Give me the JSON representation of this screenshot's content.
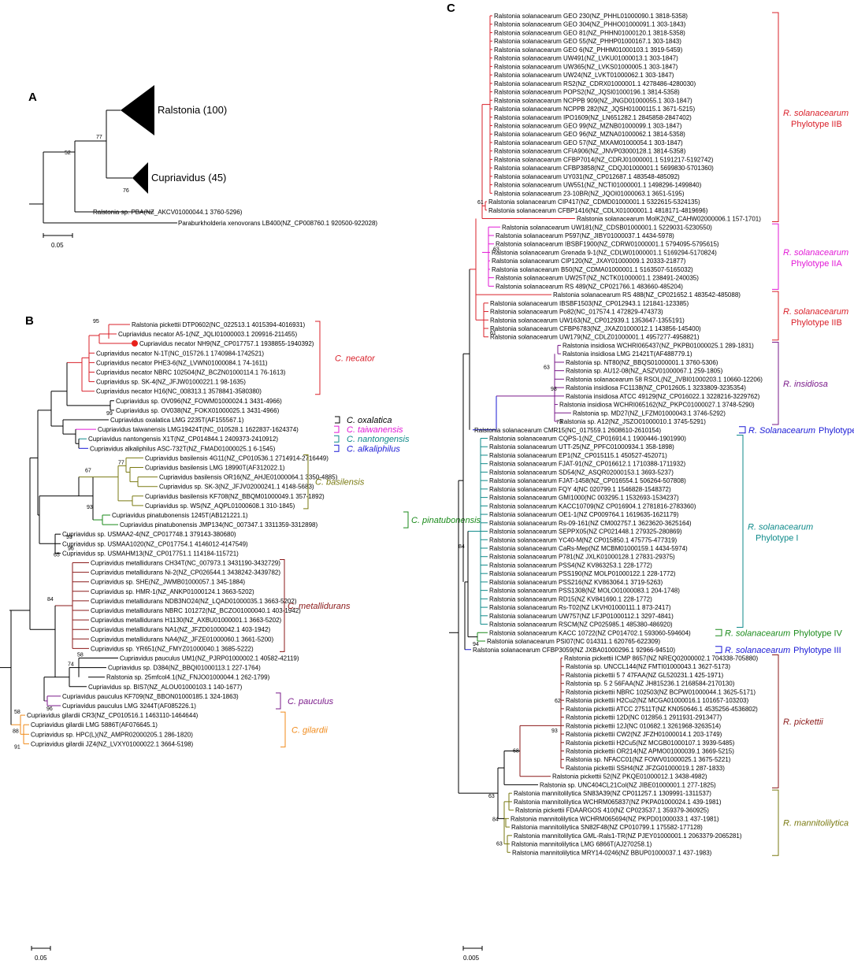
{
  "panels": {
    "a": "A",
    "b": "B",
    "c": "C"
  },
  "colors": {
    "red": "#d9202a",
    "magenta": "#e21ad6",
    "teal": "#0e8a8a",
    "blue": "#1a1ad6",
    "olive": "#7a7a12",
    "green": "#1a8a1a",
    "dark_red": "#8b1a1a",
    "purple": "#7a1a8a",
    "orange": "#f08a1a",
    "black": "#000000"
  },
  "panel_a": {
    "collapsed": [
      {
        "label": "Ralstonia (100)"
      },
      {
        "label": "Cupriavidus (45)"
      }
    ],
    "leaves": [
      "Ralstonia sp. PBA(NZ_AKCV01000044.1 3760-5296)",
      "Paraburkholderia xenovorans LB400(NZ_CP008760.1 920500-922028)"
    ],
    "bootstrap": [
      "77",
      "52",
      "76"
    ],
    "scale": "0.05"
  },
  "panel_b": {
    "taxa": [
      "Ralstonia pickettii DTP0602(NC_022513.1 4015394-4016931)",
      "Cupriavidus necator A5-1(NZ_JQLI01000003.1 209916-211455)",
      "Cupriavidus necator NH9(NZ_CP017757.1 1938855-1940392)",
      "Cupriavidus necator N-1T(NC_015726.1 1740984-1742521)",
      "Cupriavidus necator PHE3-6(NZ_LVWN01000084.1 74-1611)",
      "Cupriavidus necator NBRC 102504(NZ_BCZN01000114.1 76-1613)",
      "Cupriavidus sp. SK-4(NZ_JFJW01000221.1 98-1635)",
      "Cupriavidus necator H16(NC_008313.1 3578841-3580380)",
      "Cupriavidus sp. OV096(NZ_FOWM01000024.1 3431-4966)",
      "Cupriavidus sp. OV038(NZ_FOKX01000025.1 3431-4966)",
      "Cupriavidus oxalatica LMG 2235T(AF155567.1)",
      "Cupriavidus taiwanensis LMG19424T(NC_010528.1 1622837-1624374)",
      "Cupriavidus nantongensis X1T(NZ_CP014844.1 2409373-2410912)",
      "Cupriavidus alkaliphilus ASC-732T(NZ_FMAD01000025.1 6-1545)",
      "Cupriavidus basilensis 4G11(NZ_CP010536.1 2714914-2716449)",
      "Cupriavidus basilensis LMG 18990T(AF312022.1)",
      "Cupriavidus basilensis OR16(NZ_AHJE01000064.1 3350-4885)",
      "Cupriavidus sp. SK-3(NZ_JFJV02000241.1 4148-5683)",
      "Cupriavidus basilensis KF708(NZ_BBQM01000049.1 357-1892)",
      "Cupriavidus sp. WS(NZ_AQPL01000608.1 310-1845)",
      "Cupriavidus pinatubonensis 1245T(AB121221.1)",
      "Cupriavidus pinatubonensis JMP134(NC_007347.1 3311359-3312898)",
      "Cupriavidus sp. USMAA2-4(NZ_CP017748.1 379143-380680)",
      "Cupriavidus sp. USMAA1020(NZ_CP017754.1 4146012-4147549)",
      "Cupriavidus sp. USMAHM13(NZ_CP017751.1 114184-115721)",
      "Cupriavidus metallidurans CH34T(NC_007973.1 3431190-3432729)",
      "Cupriavidus metallidurans Ni-2(NZ_CP026544.1 3438242-3439782)",
      "Cupriavidus sp. SHE(NZ_JWMB01000057.1 345-1884)",
      "Cupriavidus sp. HMR-1(NZ_ANKP01000124.1 3663-5202)",
      "Cupriavidus metallidurans NDB3NO24(NZ_LQAD01000035.1 3663-5202)",
      "Cupriavidus metallidurans NBRC 101272(NZ_BCZO01000040.1 403-1942)",
      "Cupriavidus metallidurans H1130(NZ_AXBU01000001.1 3663-5202)",
      "Cupriavidus metallidurans NA1(NZ_JFZD01000042.1 403-1942)",
      "Cupriavidus metallidurans NA4(NZ_JFZE01000060.1 3661-5200)",
      "Cupriavidus sp. YR651(NZ_FMYZ01000040.1 3685-5222)",
      "Cupriavidus pauculus UM1(NZ_PJRP01000002.1 40582-42119)",
      "Cupriavidus sp. D384(NZ_BBQI01000113.1 227-1764)",
      "Ralstonia sp. 25mfcol4.1(NZ_FNJO01000044.1 262-1799)",
      "Cupriavidus sp. BIS7(NZ_ALOU01000103.1 140-1677)",
      "Cupriavidus pauculus KF709(NZ_BBON01000185.1 324-1863)",
      "Cupriavidus pauculus LMG 3244T(AF085226.1)",
      "Cupriavidus gilardii CR3(NZ_CP010516.1 1463110-1464644)",
      "Cupriavidus gilardii LMG 5886T(AF076645.1)",
      "Cupriavidus sp. HPC(L)(NZ_AMPR02000205.1 286-1820)",
      "Cupriavidus gilardii JZ4(NZ_LVXY01000022.1 3664-5198)"
    ],
    "bootstrap": [
      "95",
      "99",
      "67",
      "77",
      "93",
      "93",
      "96",
      "65",
      "84",
      "58",
      "74",
      "96",
      "58",
      "88",
      "91"
    ],
    "clades": [
      "C. necator",
      "C. oxalatica",
      "C. taiwanensis",
      "C. nantongensis",
      "C. alkaliphilus",
      "C. basilensis",
      "C. pinatubonensis",
      "C. metallidurans",
      "C. pauculus",
      "C. gilardii"
    ],
    "scale": "0.05"
  },
  "panel_c": {
    "taxa": [
      "Ralstonia solanacearum GEO 230(NZ_PHHL01000090.1 3818-5358)",
      "Ralstonia solanacearum GEO 304(NZ_PHHO01000091.1 303-1843)",
      "Ralstonia solanacearum GEO 81(NZ_PHHN01000120.1 3818-5358)",
      "Ralstonia solanacearum GEO 55(NZ_PHHP01000167.1 303-1843)",
      "Ralstonia solanacearum GEO 6(NZ_PHHM01000103.1 3919-5459)",
      "Ralstonia solanacearum UW491(NZ_LVKU01000013.1 303-1847)",
      "Ralstonia solanacearum UW365(NZ_LVKS01000005.1 303-1847)",
      "Ralstonia solanacearum UW24(NZ_LVKT01000062.1 303-1847)",
      "Ralstonia solanacearum RS2(NZ_CDRX01000001.1 4278486-4280030)",
      "Ralstonia solanacearum POPS2(NZ_JQSI01000196.1 3814-5358)",
      "Ralstonia solanacearum NCPPB 909(NZ_JNGD01000055.1 303-1847)",
      "Ralstonia solanacearum NCPPB 282(NZ_JQSH01000115.1 3671-5215)",
      "Ralstonia solanacearum IPO1609(NZ_LN651282.1 2845858-2847402)",
      "Ralstonia solanacearum GEO 99(NZ_MZNB01000099.1 303-1847)",
      "Ralstonia solanacearum GEO 96(NZ_MZNA01000062.1 3814-5358)",
      "Ralstonia solanacearum GEO 57(NZ_MXAM01000054.1 303-1847)",
      "Ralstonia solanacearum CFIA906(NZ_JNVP03000128.1 3814-5358)",
      "Ralstonia solanacearum CFBP7014(NZ_CDRJ01000001.1 5191217-5192742)",
      "Ralstonia solanacearum CFBP3858(NZ_CDQJ01000001.1 5699830-5701360)",
      "Ralstonia solanacearum UY031(NZ_CP012687.1 483548-485092)",
      "Ralstonia solanacearum UW551(NZ_NCTI01000001.1 1498296-1499840)",
      "Ralstonia solanacearum 23-10BR(NZ_JQOI01000063.1 3651-5195)",
      "Ralstonia solanacearum CIP417(NZ_CDMD01000001.1 5322615-5324135)",
      "Ralstonia solanacearum CFBP1416(NZ_CDLX01000001.1 4818171-4819696)",
      "Ralstonia solanacearum MolK2(NZ_CAHW02000006.1 157-1701)",
      "Ralstonia solanacearum UW181(NZ_CDSB01000001.1 5229031-5230550)",
      "Ralstonia solanacearum P597(NZ_JIBY01000037.1 4434-5978)",
      "Ralstonia solanacearum IBSBF1900(NZ_CDRW01000001.1 5794095-5795615)",
      "Ralstonia solanacearum Grenada 9-1(NZ_CDLW01000001.1 5169294-5170824)",
      "Ralstonia solanacearum CIP120(NZ_JXAY01000009.1 20333-21877)",
      "Ralstonia solanacearum B50(NZ_CDMA01000001.1 5163507-5165032)",
      "Ralstonia solanacearum UW25T(NZ_NCTK01000001.1 238491-240035)",
      "Ralstonia solanacearum RS 489(NZ_CP021766.1 483660-485204)",
      "Ralstonia solanacearum RS 488(NZ_CP021652.1 483542-485088)",
      "Ralstonia solanacearum IBSBF1503(NZ_CP012943.1 121841-123385)",
      "Ralstonia solanacearum Po82(NC_017574.1 472829-474373)",
      "Ralstonia solanacearum UW163(NZ_CP012939.1 1353647-1355191)",
      "Ralstonia solanacearum CFBP6783(NZ_JXAZ01000012.1 143856-145400)",
      "Ralstonia solanacearum UW179(NZ_CDLZ01000001.1 4957277-4958821)",
      "Ralstonia insidiosa WCHRI065437(NZ_PKPB01000025.1 289-1831)",
      "Ralstonia insidiosa LMG 21421T(AF488779.1)",
      "Ralstonia sp. NT80(NZ_BBQS01000001.1 3760-5306)",
      "Ralstonia sp. AU12-08(NZ_ASZV01000067.1 259-1805)",
      "Ralstonia solanacearum 58 RSOL(NZ_JVBI01000203.1 10660-12206)",
      "Ralstonia insidiosa FC1138(NZ_CP012605.1 3233809-3235354)",
      "Ralstonia insidiosa ATCC 49129(NZ_CP016022.1 3228216-3229762)",
      "Ralstonia insidiosa WCHRI065162(NZ_PKPC01000027.1 3748-5290)",
      "Ralstonia sp. MD27(NZ_LFZM01000043.1 3746-5292)",
      "Ralstonia sp. A12(NZ_JSZO01000010.1 3745-5291)",
      "Ralstonia solanacearum CMR15(NC_017559.1 2608610-2610154)",
      "Ralstonia solanacearum CQPS-1(NZ_CP016914.1 1900446-1901990)",
      "Ralstonia solanacearum UTT-25(NZ_PPFC01000934.1 358-1898)",
      "Ralstonia solanacearum EP1(NZ_CP015115.1 450527-452071)",
      "Ralstonia solanacearum FJAT-91(NZ_CP016612.1 1710388-1711932)",
      "Ralstonia solanacearum SD54(NZ_ASQR02000153.1 3693-5237)",
      "Ralstonia solanacearum FJAT-1458(NZ_CP016554.1 506264-507808)",
      "Ralstonia solanacearum FQY 4(NC 020799.1 1546828-1548372)",
      "Ralstonia solanacearum GMI1000(NC 003295.1 1532693-1534237)",
      "Ralstonia solanacearum KACC10709(NZ CP016904.1 2781816-2783360)",
      "Ralstonia solanacearum OE1-1(NZ CP009764.1 1619635-1621179)",
      "Ralstonia solanacearum Rs-09-161(NZ CM002757.1 3623620-3625164)",
      "Ralstonia solanacearum SEPPX05(NZ CP021448.1 279325-280869)",
      "Ralstonia solanacearum YC40-M(NZ CP015850.1 475775-477319)",
      "Ralstonia solanacearum CaRs-Mep(NZ MCBM01000159.1 4434-5974)",
      "Ralstonia solanacearum P781(NZ JXLK01000128.1 27831-29375)",
      "Ralstonia solanacearum PSS4(NZ KV863253.1 228-1772)",
      "Ralstonia solanacearum PSS190(NZ MOLP01000122.1 228-1772)",
      "Ralstonia solanacearum PSS216(NZ KV863064.1 3719-5263)",
      "Ralstonia solanacearum PSS1308(NZ MOLO01000083.1 204-1748)",
      "Ralstonia solanacearum RD15(NZ KV841690.1 228-1772)",
      "Ralstonia solanacearum Rs-T02(NZ LKVH01000111.1 873-2417)",
      "Ralstonia solanacearum UW757(NZ LFJP01000112.1 3297-4841)",
      "Ralstonia solanacearum RSCM(NZ CP025985.1 485380-486920)",
      "Ralstonia solanacearum KACC 10722(NZ CP014702.1 593060-594604)",
      "Ralstonia solanacearum PSI07(NC 014311.1 620765-622309)",
      "Ralstonia solanacearum CFBP3059(NZ JXBA01000296.1 92966-94510)",
      "Ralstonia pickettii ICMP 8657(NZ NREQ02000002.1 704338-705880)",
      "Ralstonia sp. UNCCL144(NZ FMTI01000043.1 3627-5173)",
      "Ralstonia pickettii 5 7 47FAA(NZ GL520231.1 425-1971)",
      "Ralstonia sp. 5 2 56FAA(NZ JH815236.1 2168584-2170130)",
      "Ralstonia pickettii NBRC 102503(NZ BCPW01000044.1 3625-5171)",
      "Ralstonia pickettii H2Cu2(NZ MCGA01000016.1 101657-103203)",
      "Ralstonia pickettii ATCC 27511T(NZ KN050646.1 4535256-4536802)",
      "Ralstonia pickettii 12D(NC 012856.1 2911931-2913477)",
      "Ralstonia pickettii 12J(NC 010682.1 3261968-3263514)",
      "Ralstonia pickettii CW2(NZ JFZH01000014.1 203-1749)",
      "Ralstonia pickettii H2Cu5(NZ MCGB01000107.1 3939-5485)",
      "Ralstonia pickettii OR214(NZ APMO01000039.1 3669-5215)",
      "Ralstonia sp. NFACC01(NZ FOWV01000025.1 3675-5221)",
      "Ralstonia pickettii SSH4(NZ JFZG01000019.1 287-1833)",
      "Ralstonia pickettii 52(NZ PKQE01000012.1 3438-4982)",
      "Ralstonia sp. UNC404CL21Col(NZ JIBE01000001.1 277-1825)",
      "Ralstonia mannitolilytica SN83A39(NZ CP011257.1 1309991-1311537)",
      "Ralstonia mannitolilytica WCHRM065837(NZ PKPA01000024.1 439-1981)",
      "Ralstonia pickettii FDAARGOS 410(NZ CP023537.1 359379-360925)",
      "Ralstonia mannitolilytica WCHRM065694(NZ PKPD01000033.1 437-1981)",
      "Ralstonia mannitolilytica SN82F48(NZ CP010799.1 175582-177128)",
      "Ralstonia mannitolilytica GML-Rals1-TR(NZ PJEY01000001.1 2063379-2065281)",
      "Ralstonia mannitolilytica LMG 6866T(AJ270258.1)",
      "Ralstonia mannitolilytica MRY14-0246(NZ BBUP01000037.1 437-1983)"
    ],
    "bootstrap": [
      "61",
      "63",
      "61",
      "63",
      "98",
      "73",
      "84",
      "94",
      "62",
      "93",
      "68",
      "63",
      "84",
      "63"
    ],
    "clades": [
      {
        "name": "R. solanacearum",
        "sub": "Phylotype IIB"
      },
      {
        "name": "R. solanacearum",
        "sub": "Phylotype IIA"
      },
      {
        "name": "R. solanacearum",
        "sub": "Phylotype IIB"
      },
      {
        "name": "R. insidiosa",
        "sub": ""
      },
      {
        "name": "R. Solanacearum",
        "sub": "Phylotype III"
      },
      {
        "name": "R. solanacearum",
        "sub": "Phylotype I"
      },
      {
        "name": "R. solanacearum",
        "sub": "Phylotype IV"
      },
      {
        "name": "R. solanacearum",
        "sub": "Phylotype III"
      },
      {
        "name": "R. pickettii",
        "sub": ""
      },
      {
        "name": "R. mannitolilytica",
        "sub": ""
      }
    ],
    "scale": "0.005"
  }
}
